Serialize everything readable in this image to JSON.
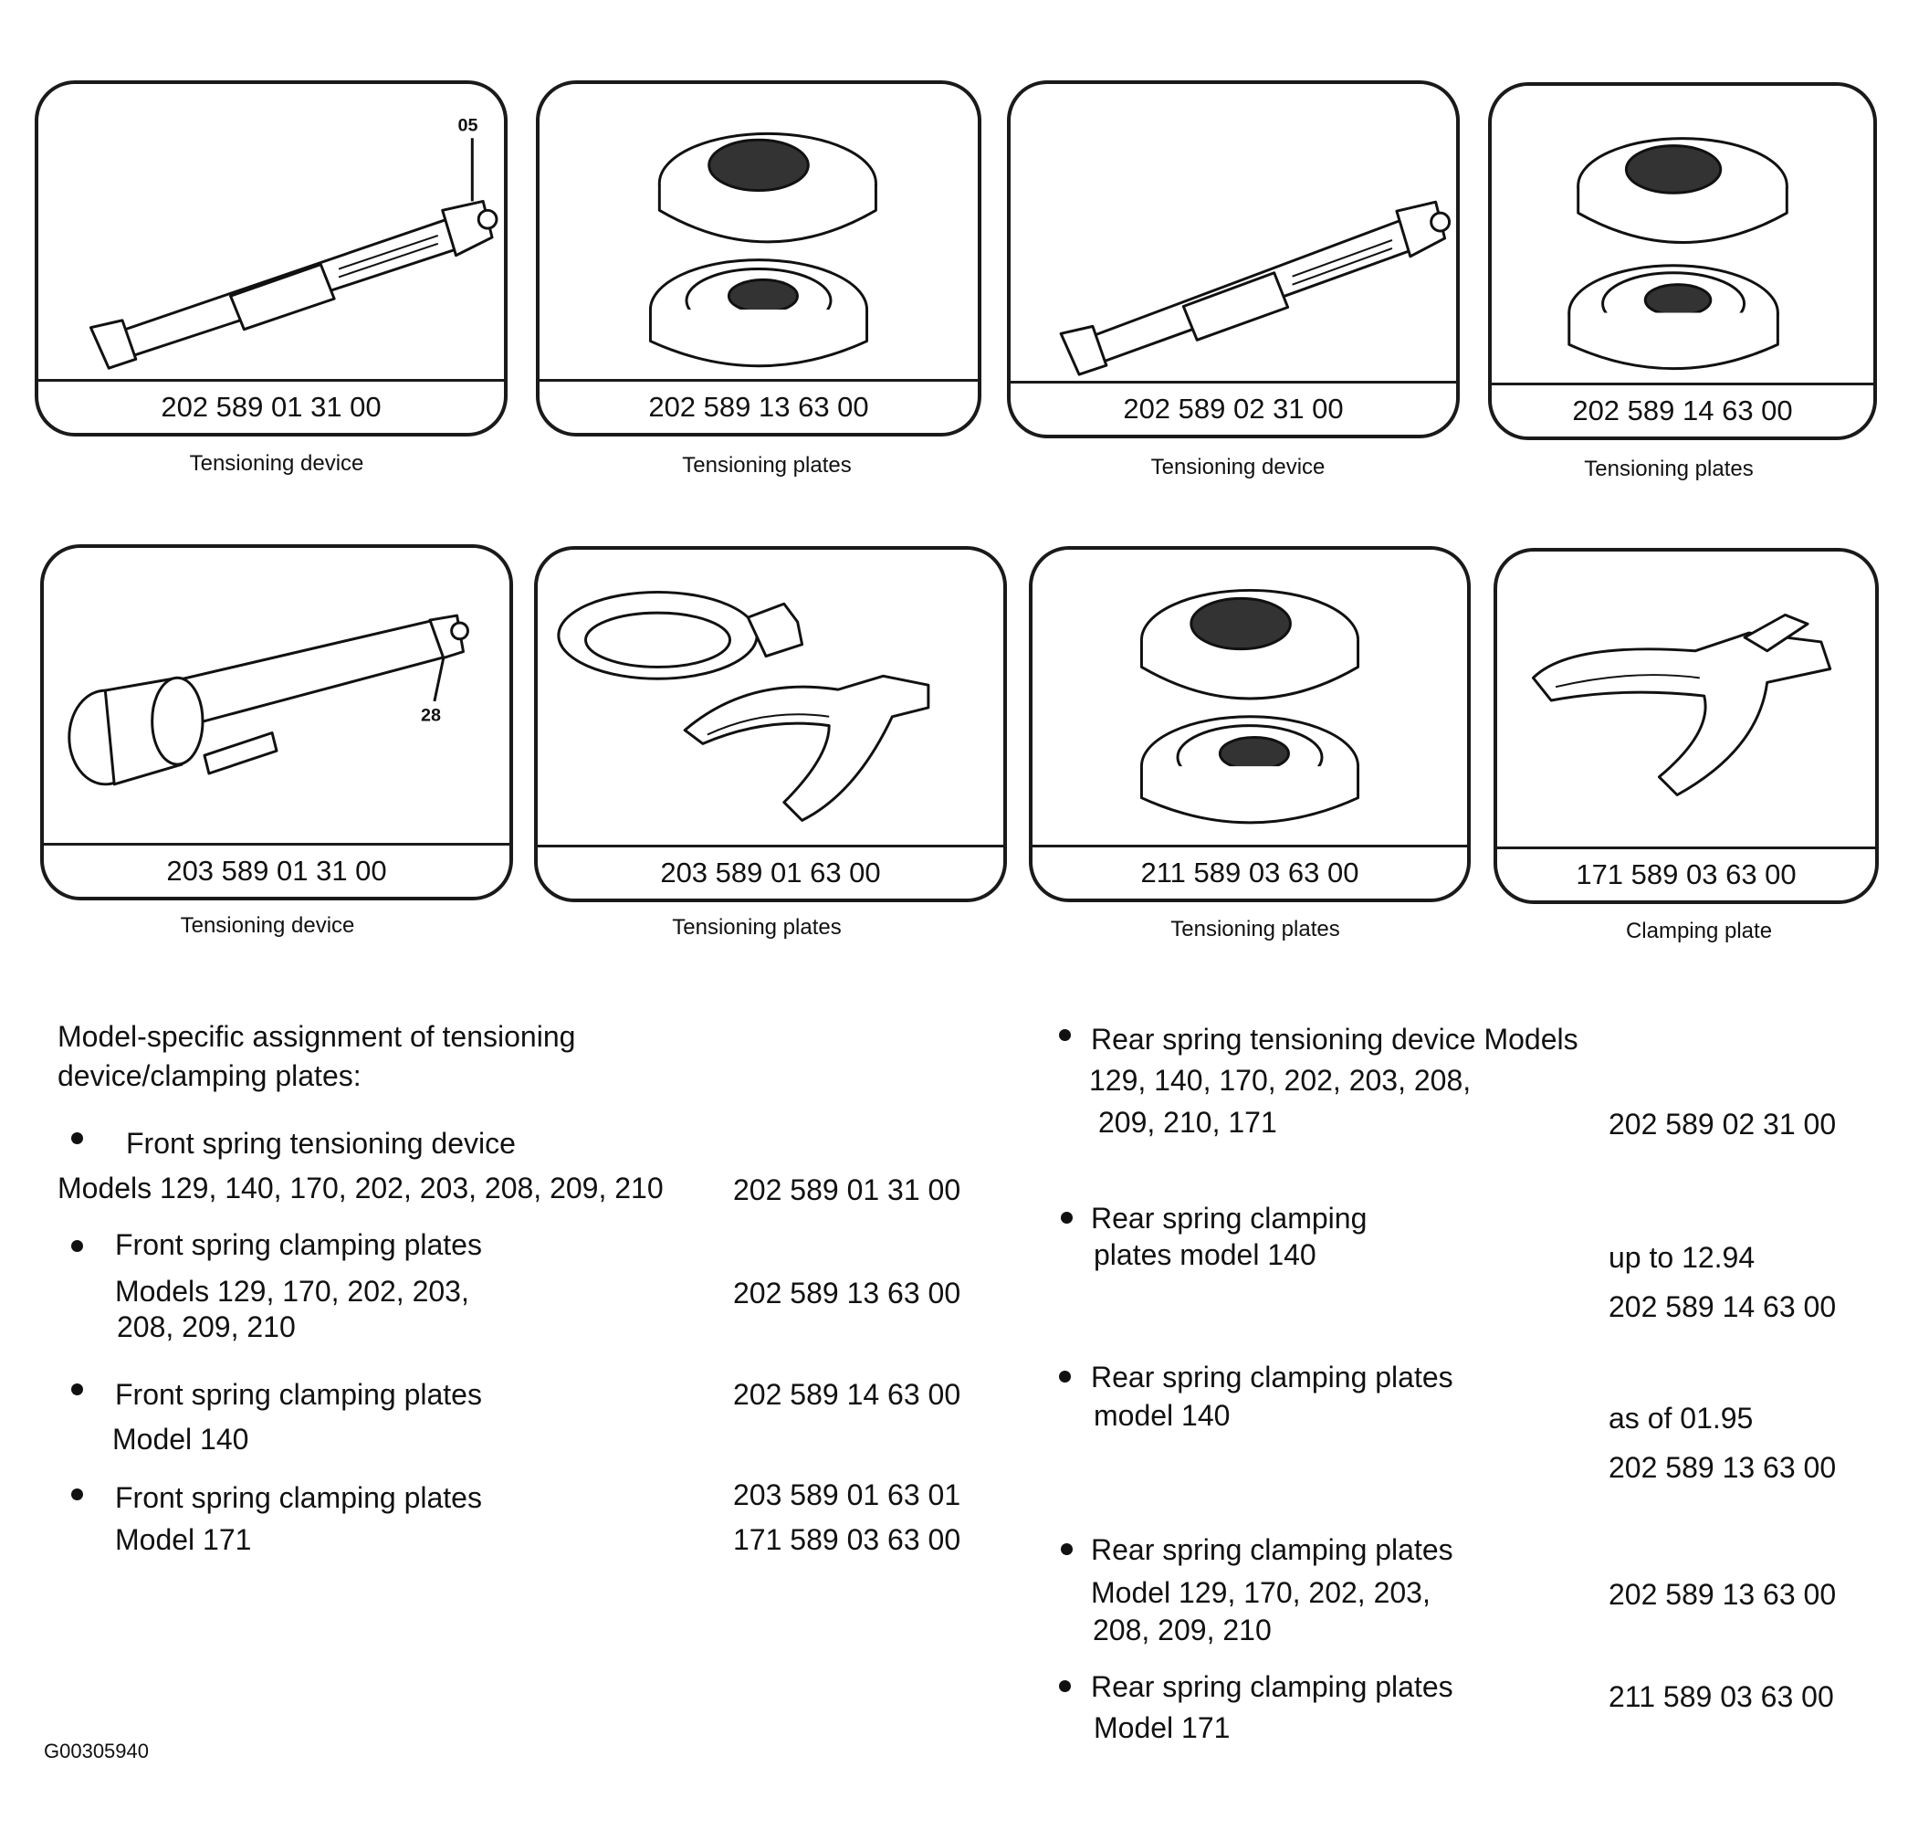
{
  "tools": [
    {
      "part_no": "202 589 01 31 00",
      "caption": "Tensioning device",
      "callout": "05"
    },
    {
      "part_no": "202 589 13 63 00",
      "caption": "Tensioning plates"
    },
    {
      "part_no": "202 589 02 31 00",
      "caption": "Tensioning device"
    },
    {
      "part_no": "202 589 14 63 00",
      "caption": "Tensioning plates"
    },
    {
      "part_no": "203 589 01 31 00",
      "caption": "Tensioning device",
      "callout": "28"
    },
    {
      "part_no": "203 589 01 63 00",
      "caption": "Tensioning plates"
    },
    {
      "part_no": "211 589 03 63 00",
      "caption": "Tensioning plates"
    },
    {
      "part_no": "171 589 03 63 00",
      "caption": "Clamping plate"
    }
  ],
  "assignment": {
    "heading_line1": "Model-specific assignment of tensioning",
    "heading_line2": "device/clamping plates:",
    "front": [
      {
        "title": "Front spring tensioning device",
        "models": "Models 129, 140, 170, 202, 203, 208, 209, 210",
        "part": "202 589 01 31 00"
      },
      {
        "title": "Front spring clamping plates",
        "models_line1": "Models 129, 170, 202, 203,",
        "models_line2": "208, 209, 210",
        "part": "202 589 13 63 00"
      },
      {
        "title": "Front spring clamping plates",
        "models": "Model 140",
        "part": "202 589 14 63 00"
      },
      {
        "title": "Front spring clamping plates",
        "models": "Model 171",
        "part1": "203 589 01 63 01",
        "part2": "171 589 03 63 00"
      }
    ],
    "rear": [
      {
        "title": "Rear spring tensioning device Models",
        "models_line1": "129, 140, 170, 202, 203, 208,",
        "models_line2": "209, 210, 171",
        "part": "202 589 02 31 00"
      },
      {
        "title": "Rear spring clamping",
        "models": "plates model 140",
        "note": "up to 12.94",
        "part": "202 589 14 63 00"
      },
      {
        "title": "Rear spring clamping plates",
        "models": "model 140",
        "note": "as of 01.95",
        "part": "202 589 13 63 00"
      },
      {
        "title": "Rear spring clamping plates",
        "models_line1": "Model 129, 170, 202, 203,",
        "models_line2": "208, 209, 210",
        "part": "202 589 13 63 00"
      },
      {
        "title": "Rear spring clamping plates",
        "models": "Model 171",
        "part": "211 589 03 63 00"
      }
    ]
  },
  "document_id": "G00305940"
}
